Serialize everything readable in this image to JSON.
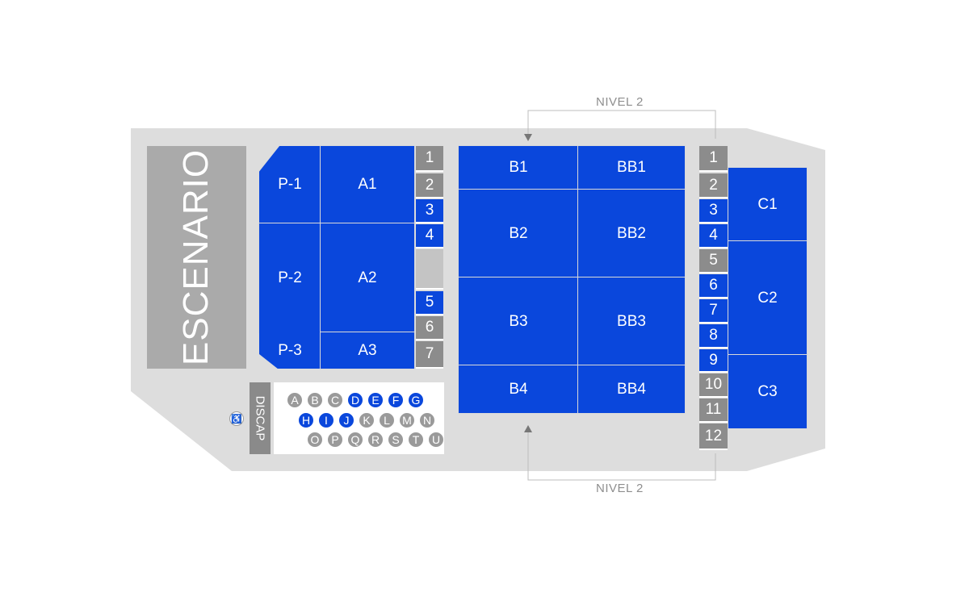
{
  "stage_label": "ESCENARIO",
  "nivel_top": "NIVEL 2",
  "nivel_bottom": "NIVEL 2",
  "discap_label": "DISCAP",
  "wheelchair_icon": "wheelchair-icon",
  "colors": {
    "available": "#0a47dc",
    "unavailable": "#8c8c8c",
    "floor": "#dddddd"
  },
  "sections": {
    "p1": "P-1",
    "p2": "P-2",
    "p3": "P-3",
    "a1": "A1",
    "a2": "A2",
    "a3": "A3",
    "b1": "B1",
    "b2": "B2",
    "b3": "B3",
    "b4": "B4",
    "bb1": "BB1",
    "bb2": "BB2",
    "bb3": "BB3",
    "bb4": "BB4",
    "c1": "C1",
    "c2": "C2",
    "c3": "C3"
  },
  "left_boxes": [
    {
      "label": "1",
      "status": "unavailable"
    },
    {
      "label": "2",
      "status": "unavailable"
    },
    {
      "label": "3",
      "status": "available"
    },
    {
      "label": "4",
      "status": "available"
    },
    {
      "label": "",
      "status": "unavailable"
    },
    {
      "label": "5",
      "status": "available"
    },
    {
      "label": "6",
      "status": "unavailable"
    },
    {
      "label": "7",
      "status": "unavailable"
    }
  ],
  "right_boxes": [
    {
      "label": "1",
      "status": "unavailable"
    },
    {
      "label": "2",
      "status": "unavailable"
    },
    {
      "label": "3",
      "status": "available"
    },
    {
      "label": "4",
      "status": "available"
    },
    {
      "label": "5",
      "status": "unavailable"
    },
    {
      "label": "6",
      "status": "available"
    },
    {
      "label": "7",
      "status": "available"
    },
    {
      "label": "8",
      "status": "available"
    },
    {
      "label": "9",
      "status": "available"
    },
    {
      "label": "10",
      "status": "unavailable"
    },
    {
      "label": "11",
      "status": "unavailable"
    },
    {
      "label": "12",
      "status": "unavailable"
    }
  ],
  "discap_rows": [
    [
      {
        "label": "A",
        "status": "unavailable"
      },
      {
        "label": "B",
        "status": "unavailable"
      },
      {
        "label": "C",
        "status": "unavailable"
      },
      {
        "label": "D",
        "status": "available"
      },
      {
        "label": "E",
        "status": "available"
      },
      {
        "label": "F",
        "status": "available"
      },
      {
        "label": "G",
        "status": "available"
      }
    ],
    [
      {
        "label": "H",
        "status": "available"
      },
      {
        "label": "I",
        "status": "available"
      },
      {
        "label": "J",
        "status": "available"
      },
      {
        "label": "K",
        "status": "unavailable"
      },
      {
        "label": "L",
        "status": "unavailable"
      },
      {
        "label": "M",
        "status": "unavailable"
      },
      {
        "label": "N",
        "status": "unavailable"
      }
    ],
    [
      {
        "label": "O",
        "status": "unavailable"
      },
      {
        "label": "P",
        "status": "unavailable"
      },
      {
        "label": "Q",
        "status": "unavailable"
      },
      {
        "label": "R",
        "status": "unavailable"
      },
      {
        "label": "S",
        "status": "unavailable"
      },
      {
        "label": "T",
        "status": "unavailable"
      },
      {
        "label": "U",
        "status": "unavailable"
      }
    ]
  ]
}
